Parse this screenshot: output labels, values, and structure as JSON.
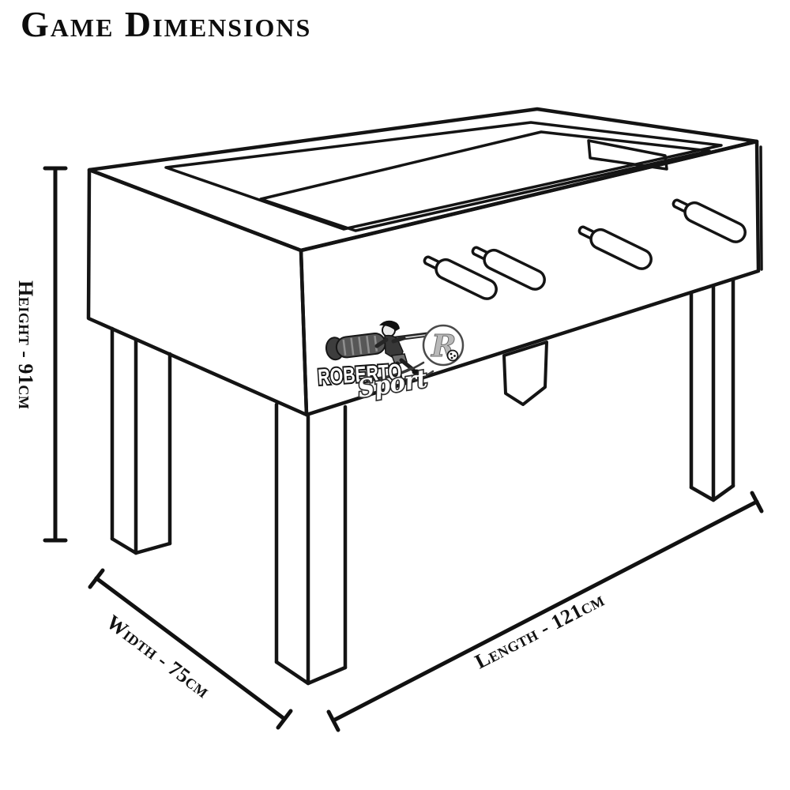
{
  "title": "Game Dimensions",
  "colors": {
    "background": "#ffffff",
    "ink": "#141414",
    "logo_handle_gray": "#575757"
  },
  "dimensions": {
    "height": {
      "label": "Height - 91cm",
      "value_cm": 91
    },
    "width": {
      "label": "Width - 75cm",
      "value_cm": 75
    },
    "length": {
      "label": "Length - 121cm",
      "value_cm": 121
    }
  },
  "logo": {
    "brand": "ROBERTO",
    "subtitle": "Sport",
    "monogram": "R"
  },
  "drawing": {
    "subject": "foosball table outline drawing",
    "rod_handles": 4,
    "legs_visible": 3
  }
}
